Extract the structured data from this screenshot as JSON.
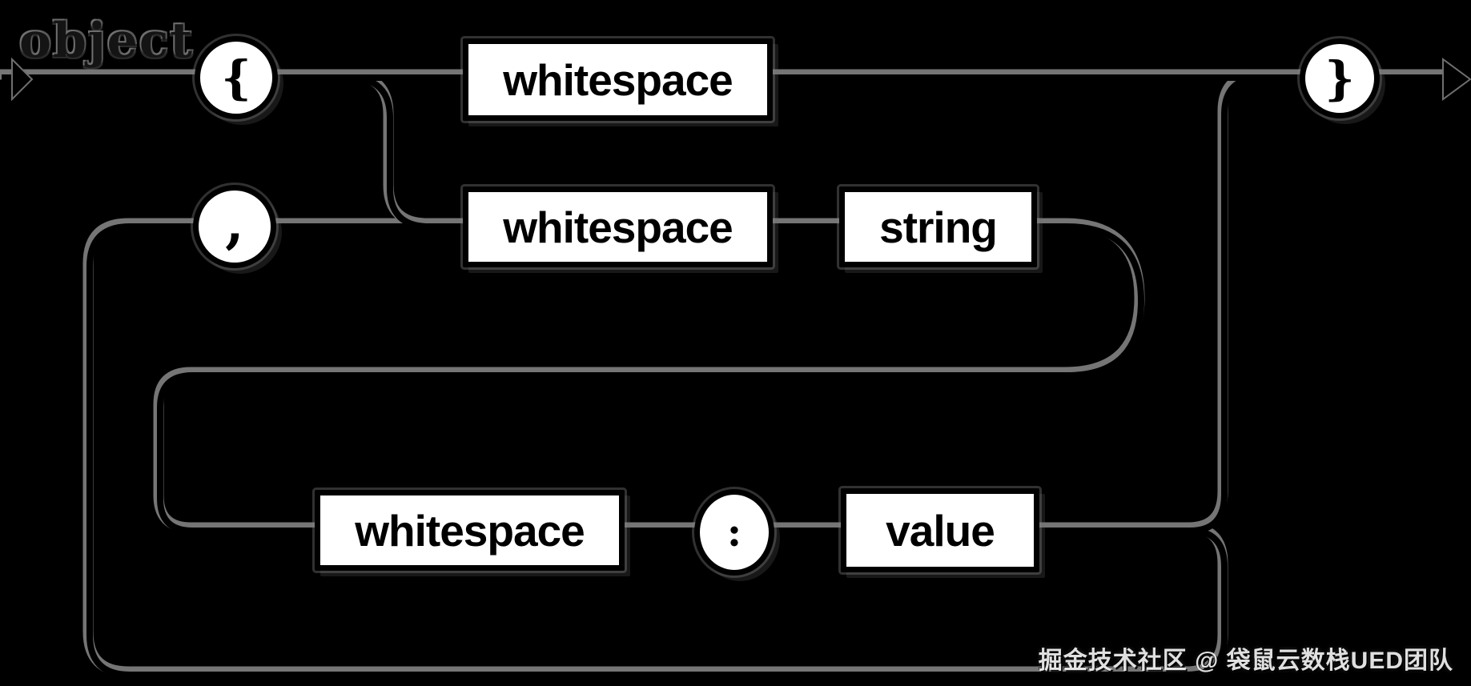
{
  "diagram": {
    "title": "object",
    "type": "railroad-syntax-diagram",
    "watermark": "掘金技术社区 @ 袋鼠云数栈UED团队",
    "colors": {
      "background": "#000000",
      "line": "#000000",
      "line_highlight": "#757575",
      "node_fill": "#ffffff",
      "node_border": "#000000",
      "node_text": "#000000",
      "watermark_text": "#ededed"
    },
    "nodes": [
      {
        "type": "nonterminal",
        "label": "whitespace"
      },
      {
        "type": "nonterminal",
        "label": "whitespace"
      },
      {
        "type": "nonterminal",
        "label": "string"
      },
      {
        "type": "nonterminal",
        "label": "whitespace"
      },
      {
        "type": "nonterminal",
        "label": "value"
      }
    ],
    "terminals": [
      {
        "glyph": "{"
      },
      {
        "glyph": "}"
      },
      {
        "glyph": ","
      },
      {
        "glyph": ":"
      }
    ],
    "icons": [
      {
        "name": "start-arrow-icon"
      },
      {
        "name": "end-arrow-icon"
      }
    ]
  }
}
